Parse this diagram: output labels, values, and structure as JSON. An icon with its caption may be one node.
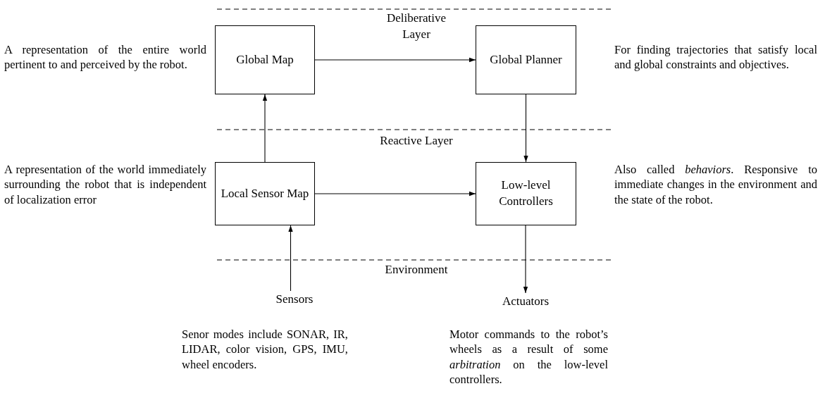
{
  "diagram": {
    "nodes": [
      {
        "text": [
          "Global Map"
        ],
        "beside": [
          "A representation of the entire world pertinent to and perceived by the robot."
        ]
      },
      {
        "text": [
          "Global Planner"
        ],
        "beside": [
          "For finding trajectories that satisfy local and global constraints and objectives."
        ]
      },
      {
        "text": [
          "Local Sensor Map"
        ],
        "beside": [
          "A representation of the world immediately surrounding the robot that is independent of localization error"
        ]
      },
      {
        "text": [
          "Low-level Controllers"
        ],
        "beside": [
          "Also called *behaviors*. Responsive to immediate changes in the environment and the state of the robot."
        ]
      },
      {
        "text": [
          "Sensors"
        ],
        "beside": [
          "Senor modes include SONAR, IR, LIDAR, color vision, GPS, IMU, wheel encoders."
        ]
      },
      {
        "text": [
          "Actuators"
        ],
        "beside": [
          "Motor commands to the robot’s wheels as a result of some *arbitration* on the low-level controllers."
        ]
      }
    ],
    "edges": [
      {
        "from": 0,
        "to": 1,
        "arrow": "to"
      },
      {
        "from": 2,
        "to": 0,
        "arrow": "to"
      },
      {
        "from": 1,
        "to": 3,
        "arrow": "to"
      },
      {
        "from": 2,
        "to": 3,
        "arrow": "to"
      },
      {
        "from": 4,
        "to": 2,
        "arrow": "to"
      },
      {
        "from": 3,
        "to": 5,
        "arrow": "to"
      }
    ],
    "labels": [
      "Deliberative Layer",
      "Reactive Layer",
      "Environment"
    ]
  }
}
